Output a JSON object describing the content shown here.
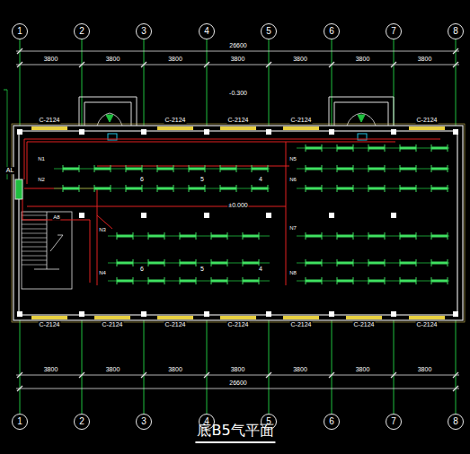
{
  "diagram": {
    "title": "底B5气平面",
    "nodes": [
      {
        "text": [
          "1"
        ]
      },
      {
        "text": [
          "2"
        ]
      },
      {
        "text": [
          "3"
        ]
      },
      {
        "text": [
          "4"
        ]
      },
      {
        "text": [
          "5"
        ]
      },
      {
        "text": [
          "6"
        ]
      },
      {
        "text": [
          "7"
        ]
      },
      {
        "text": [
          "8"
        ]
      },
      {
        "text": [
          "1"
        ]
      },
      {
        "text": [
          "2"
        ]
      },
      {
        "text": [
          "3"
        ]
      },
      {
        "text": [
          "4"
        ]
      },
      {
        "text": [
          "5"
        ]
      },
      {
        "text": [
          "6"
        ]
      },
      {
        "text": [
          "7"
        ]
      },
      {
        "text": [
          "8"
        ]
      }
    ],
    "edges": [],
    "labels": [
      "3800",
      "3800",
      "3800",
      "3800",
      "3800",
      "3800",
      "3800",
      "26600",
      "3800",
      "3800",
      "3800",
      "3800",
      "3800",
      "3800",
      "3800",
      "26600",
      "C-2124",
      "C-2124",
      "C-2124",
      "C-2124",
      "C-2124",
      "C-2124",
      "C-2124",
      "C-2124",
      "C-2124",
      "C-2124",
      "C-2124",
      "C-2124",
      "-0.300",
      "±0.000",
      "N1",
      "N2",
      "N3",
      "N4",
      "N5",
      "N6",
      "N7",
      "N8",
      "6",
      "5",
      "4",
      "6",
      "5",
      "4",
      "AL",
      "A8"
    ]
  }
}
